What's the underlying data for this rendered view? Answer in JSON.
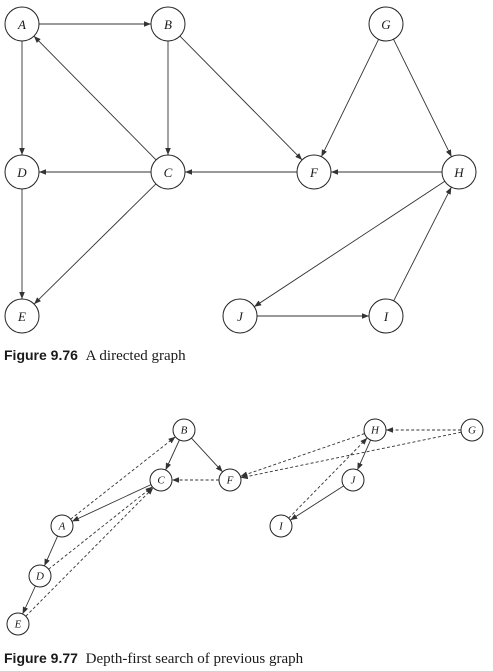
{
  "figure1": {
    "label": "Figure 9.76",
    "caption": "A directed graph",
    "nodes": [
      "A",
      "B",
      "G",
      "D",
      "C",
      "F",
      "H",
      "E",
      "J",
      "I"
    ],
    "edges": [
      {
        "from": "A",
        "to": "B"
      },
      {
        "from": "A",
        "to": "D"
      },
      {
        "from": "B",
        "to": "C"
      },
      {
        "from": "B",
        "to": "F"
      },
      {
        "from": "C",
        "to": "A"
      },
      {
        "from": "C",
        "to": "D"
      },
      {
        "from": "C",
        "to": "E"
      },
      {
        "from": "D",
        "to": "E"
      },
      {
        "from": "F",
        "to": "C"
      },
      {
        "from": "G",
        "to": "F"
      },
      {
        "from": "G",
        "to": "H"
      },
      {
        "from": "H",
        "to": "F"
      },
      {
        "from": "H",
        "to": "J"
      },
      {
        "from": "I",
        "to": "H"
      },
      {
        "from": "J",
        "to": "I"
      }
    ]
  },
  "figure2": {
    "label": "Figure 9.77",
    "caption": "Depth-first search of previous graph",
    "nodes": [
      "B",
      "H",
      "G",
      "C",
      "F",
      "J",
      "A",
      "I",
      "D",
      "E"
    ],
    "tree_edges": [
      {
        "from": "B",
        "to": "C"
      },
      {
        "from": "B",
        "to": "F"
      },
      {
        "from": "C",
        "to": "A"
      },
      {
        "from": "A",
        "to": "D"
      },
      {
        "from": "D",
        "to": "E"
      },
      {
        "from": "H",
        "to": "J"
      },
      {
        "from": "J",
        "to": "I"
      }
    ],
    "back_edges": [
      {
        "from": "A",
        "to": "B"
      },
      {
        "from": "F",
        "to": "C"
      },
      {
        "from": "E",
        "to": "C"
      },
      {
        "from": "D",
        "to": "C"
      },
      {
        "from": "I",
        "to": "H"
      },
      {
        "from": "H",
        "to": "F"
      },
      {
        "from": "G",
        "to": "F"
      },
      {
        "from": "G",
        "to": "H"
      }
    ]
  }
}
